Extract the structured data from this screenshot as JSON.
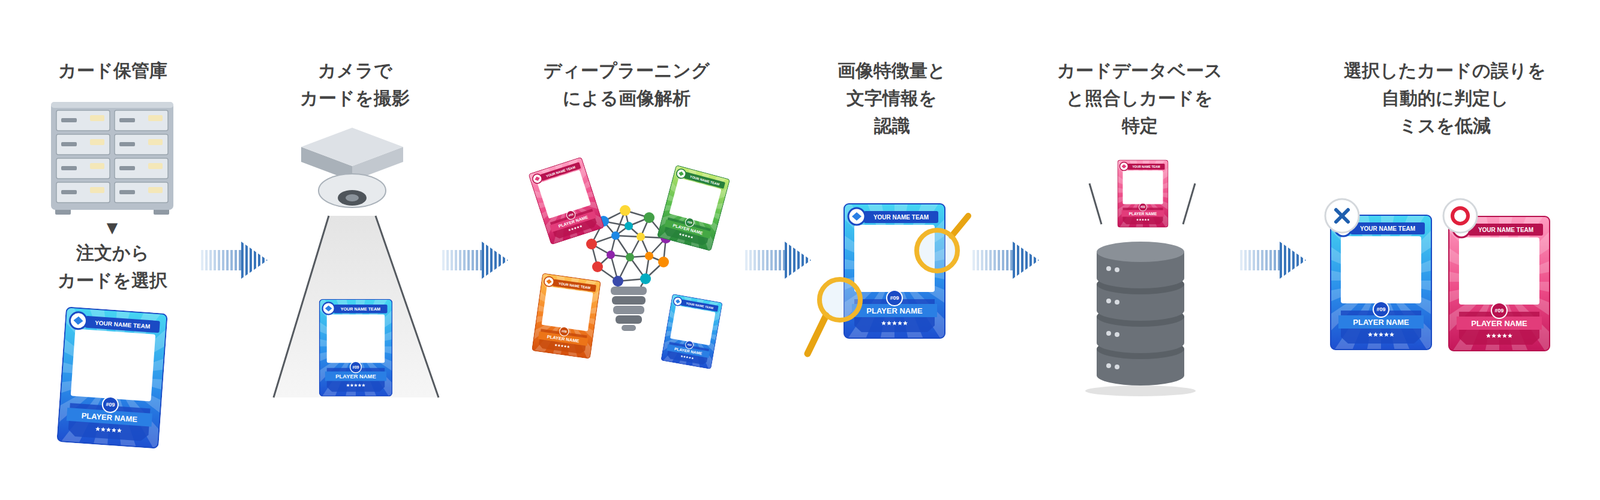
{
  "diagram": {
    "nodes": [
      {
        "text": [
          "カード保管庫",
          "注文から カードを選択"
        ]
      },
      {
        "text": [
          "YOUR NAME TEAM",
          "#09",
          "PLAYER NAME"
        ],
        "in": 0
      },
      {
        "text": [
          "カメラで カードを撮影"
        ]
      },
      {
        "text": [
          "YOUR NAME TEAM",
          "#09",
          "PLAYER NAME"
        ],
        "in": 2
      },
      {
        "text": [
          "ディープラーニング による画像解析"
        ]
      },
      {
        "text": [
          "YOUR NAME TEAM",
          "#09",
          "PLAYER NAME"
        ],
        "in": 4
      },
      {
        "text": [
          "YOUR NAME TEAM",
          "#09",
          "PLAYER NAME"
        ],
        "in": 4
      },
      {
        "text": [
          "YOUR NAME TEAM",
          "#09",
          "PLAYER NAME"
        ],
        "in": 4
      },
      {
        "text": [
          "YOUR NAME TEAM",
          "#09",
          "PLAYER NAME"
        ],
        "in": 4
      },
      {
        "text": [
          "画像特徴量と 文字情報を 認識"
        ]
      },
      {
        "text": [
          "YOUR NAME TEAM",
          "#09",
          "PLAYER NAME"
        ],
        "in": 9
      },
      {
        "text": [
          "カードデータベース と照合しカードを 特定"
        ]
      },
      {
        "text": [
          "YOUR NAME TEAM",
          "#09",
          "PLAYER NAME"
        ],
        "in": 11
      },
      {
        "text": [
          "選択したカードの誤りを 自動的に判定し ミスを低減"
        ]
      },
      {
        "text": [
          "YOUR NAME TEAM",
          "#09",
          "PLAYER NAME"
        ],
        "in": 13
      },
      {
        "text": [
          "YOUR NAME TEAM",
          "#09",
          "PLAYER NAME"
        ],
        "in": 13
      }
    ],
    "edges": [
      {
        "from": 0,
        "to": 2,
        "arrow": "to"
      },
      {
        "from": 2,
        "to": 4,
        "arrow": "to"
      },
      {
        "from": 4,
        "to": 9,
        "arrow": "to"
      },
      {
        "from": 9,
        "to": 11,
        "arrow": "to"
      },
      {
        "from": 11,
        "to": 13,
        "arrow": "to"
      }
    ],
    "labels": [
      "▼"
    ]
  }
}
